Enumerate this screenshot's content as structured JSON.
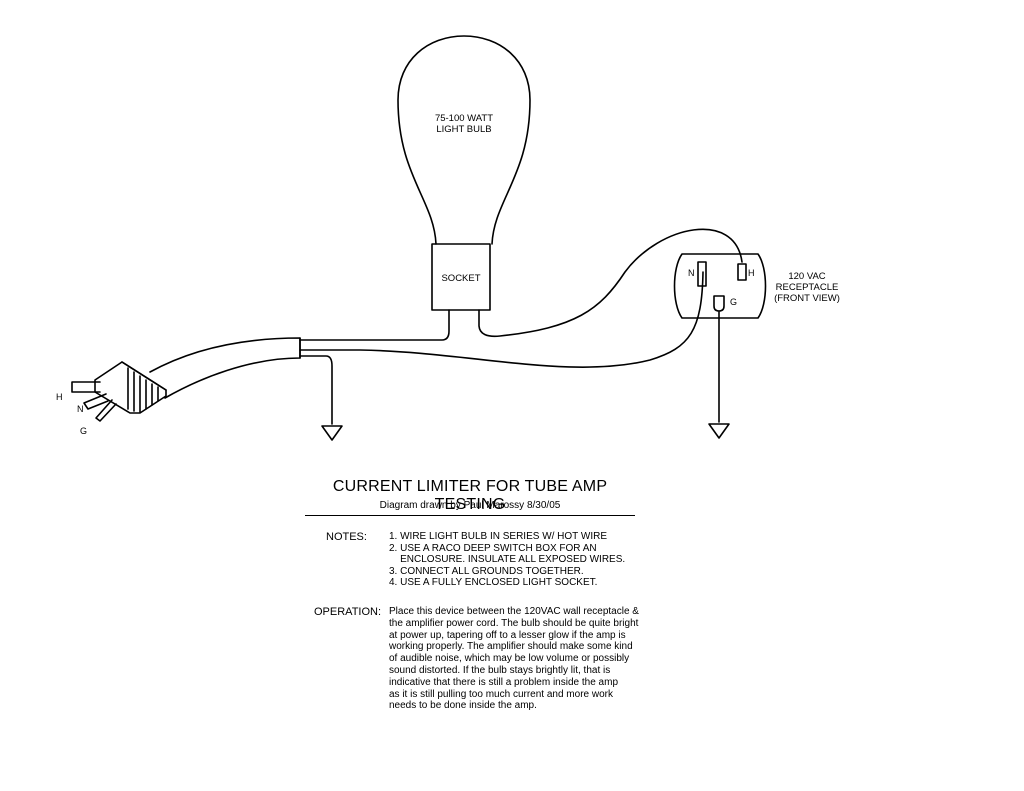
{
  "diagram": {
    "bulb_label_line1": "75-100 WATT",
    "bulb_label_line2": "LIGHT BULB",
    "socket_label": "SOCKET",
    "receptacle_label_line1": "120 VAC",
    "receptacle_label_line2": "RECEPTACLE",
    "receptacle_label_line3": "(FRONT VIEW)",
    "receptacle_n": "N",
    "receptacle_h": "H",
    "receptacle_g": "G",
    "plug_h": "H",
    "plug_n": "N",
    "plug_g": "G"
  },
  "title": "CURRENT LIMITER FOR TUBE AMP TESTING",
  "byline": "Diagram drawn by Paul Marossy 8/30/05",
  "notes": {
    "label": "NOTES:",
    "items": [
      "1. WIRE LIGHT BULB IN SERIES W/ HOT WIRE",
      "2. USE A RACO DEEP SWITCH BOX FOR AN\n    ENCLOSURE. INSULATE ALL EXPOSED WIRES.",
      "3. CONNECT ALL GROUNDS TOGETHER.",
      "4. USE A FULLY ENCLOSED LIGHT SOCKET."
    ]
  },
  "operation": {
    "label": "OPERATION:",
    "text": "Place this device between the 120VAC wall receptacle &\nthe amplifier power cord. The bulb should be quite bright\nat power up, tapering off to a lesser glow if the amp is\nworking properly. The amplifier should make some kind\nof audible noise, which may be low volume or possibly\nsound distorted. If the bulb stays brightly lit, that is\nindicative that there is still a problem inside the amp\nas it is still pulling too much current and more work\nneeds to be done inside the amp."
  }
}
